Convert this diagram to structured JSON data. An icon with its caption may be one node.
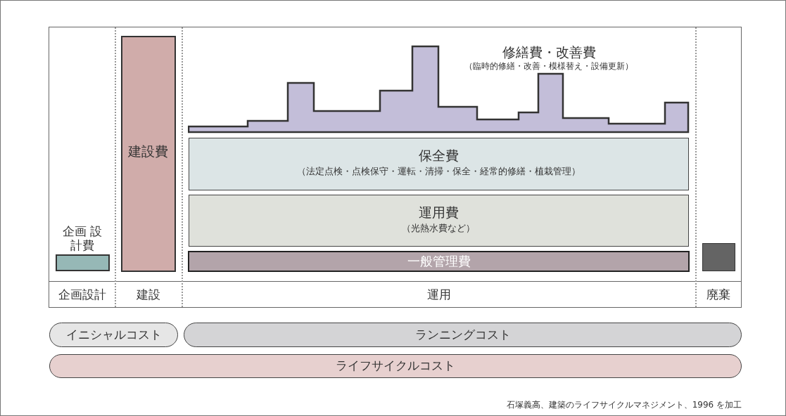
{
  "diagram": {
    "caption": "石塚義高、建築のライフサイクルマネジメント、1996 を加工",
    "nodes": [
      {
        "text": [
          "企画 設計費"
        ]
      },
      {
        "text": [
          "建設費"
        ]
      },
      {
        "text": [
          "修繕費・改善費",
          "（臨時的修繕・改善・模様替え・設備更新）"
        ]
      },
      {
        "text": [
          "保全費",
          "（法定点検・点検保守・運転・清掃・保全・経常的修繕・植栽管理）"
        ]
      },
      {
        "text": [
          "運用費",
          "（光熱水費など）"
        ]
      },
      {
        "text": [
          "一般管理費"
        ]
      },
      {
        "text": [],
        "shape": "box"
      },
      {
        "text": [
          "イニシャルコスト"
        ]
      },
      {
        "text": [
          "ランニングコスト"
        ]
      },
      {
        "text": [
          "ライフサイクルコスト"
        ]
      }
    ],
    "labels": [
      "企画設計",
      "建設",
      "運用",
      "廃棄"
    ]
  }
}
